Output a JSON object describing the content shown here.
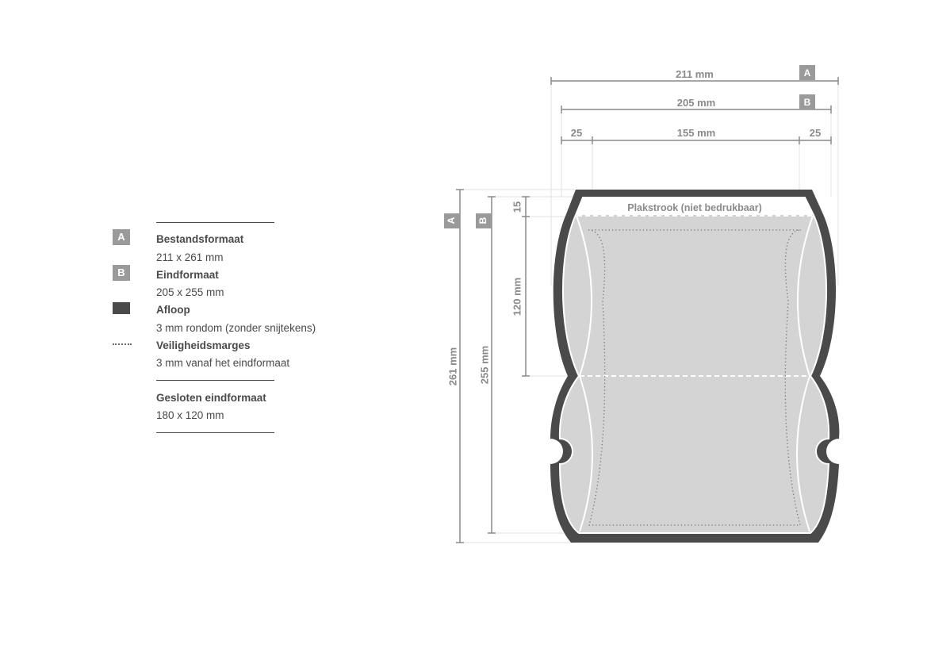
{
  "legend": {
    "a": {
      "badge": "A",
      "title": "Bestandsformaat",
      "sub": "211 x 261 mm"
    },
    "b": {
      "badge": "B",
      "title": "Eindformaat",
      "sub": "205 x 255 mm"
    },
    "bleed": {
      "title": "Afloop",
      "sub": "3 mm rondom (zonder snijtekens)"
    },
    "safety": {
      "title": "Veiligheidsmarges",
      "sub": "3 mm vanaf het eindformaat"
    },
    "closed": {
      "title": "Gesloten eindformaat",
      "sub": "180 x 120 mm"
    }
  },
  "dimensions": {
    "width_a": "211 mm",
    "width_b": "205 mm",
    "flap_left": "25",
    "center": "155 mm",
    "flap_right": "25",
    "height_a": "261 mm",
    "height_b": "255 mm",
    "strip": "15",
    "panel": "120 mm",
    "badge_a": "A",
    "badge_b": "B"
  },
  "strip_label": "Plakstrook (niet bedrukbaar)",
  "colors": {
    "bleed": "#4a4a4a",
    "fill": "#d4d4d4",
    "dim": "#8a8a8a",
    "badge": "#9a9a9a",
    "text": "#4a4a4a"
  }
}
